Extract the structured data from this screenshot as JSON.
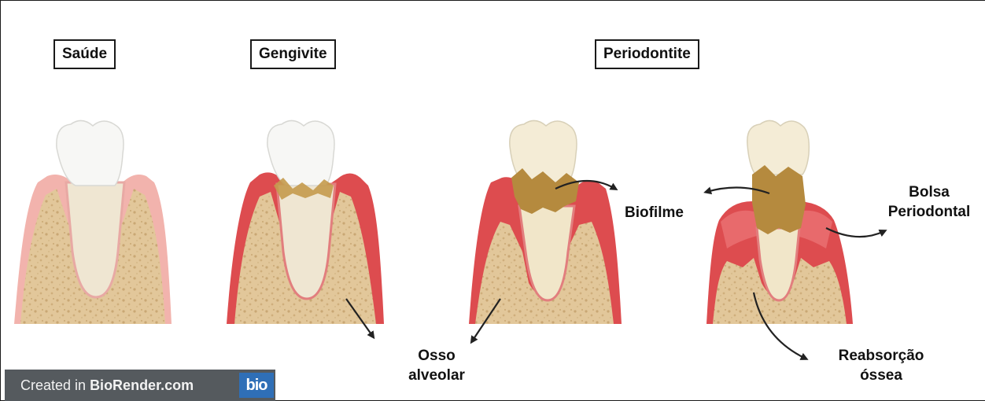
{
  "stages": {
    "health": "Saúde",
    "gingivitis": "Gengivite",
    "periodontitis": "Periodontite"
  },
  "annotations": {
    "biofilm": "Biofilme",
    "pocket_line1": "Bolsa",
    "pocket_line2": "Periodontal",
    "bone_line1": "Osso",
    "bone_line2": "alveolar",
    "resorption_line1": "Reabsorção",
    "resorption_line2": "óssea"
  },
  "credit": {
    "prefix": "Created in ",
    "brand": "BioRender.com",
    "logo": "bio"
  },
  "colors": {
    "healthy_gum": "#f2b3ad",
    "inflamed_gum": "#dd4c4f",
    "bone": "#e2c79a",
    "tooth_crown": "#f7f7f5",
    "root": "#f1e6c9",
    "plaque": "#b58a3e",
    "credit_bar": "#555a5e",
    "logo": "#2f6fb7"
  }
}
